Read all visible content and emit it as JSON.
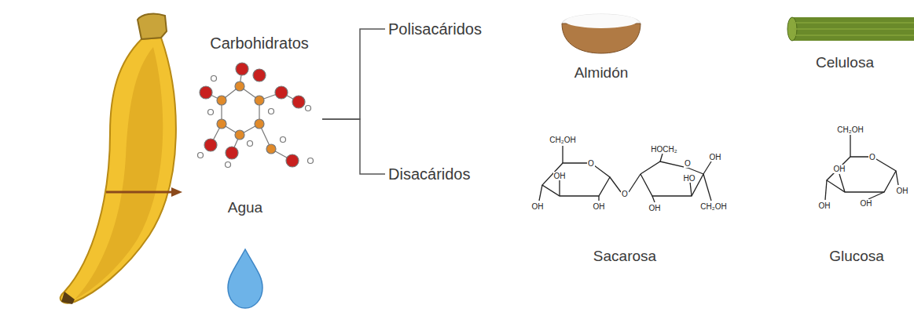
{
  "diagram": {
    "nodes": [
      {
        "text": [
          "Carbohidratos"
        ]
      },
      {
        "text": [
          "Polisacáridos"
        ]
      },
      {
        "text": [
          "Disacáridos"
        ]
      }
    ],
    "edges": [
      {
        "from": 0,
        "to": 1,
        "arrow": "none"
      },
      {
        "from": 0,
        "to": 2,
        "arrow": "none"
      }
    ],
    "labels": [
      "Agua",
      "Almidón",
      "Celulosa",
      "Sacarosa",
      "Glucosa",
      "CH₂OH",
      "OH",
      "O",
      "OH",
      "OH",
      "O",
      "HOCH₂",
      "O",
      "OH",
      "HO",
      "OH",
      "CH₂OH",
      "CH₂OH",
      "O",
      "OH",
      "OH",
      "OH",
      "OH"
    ]
  }
}
